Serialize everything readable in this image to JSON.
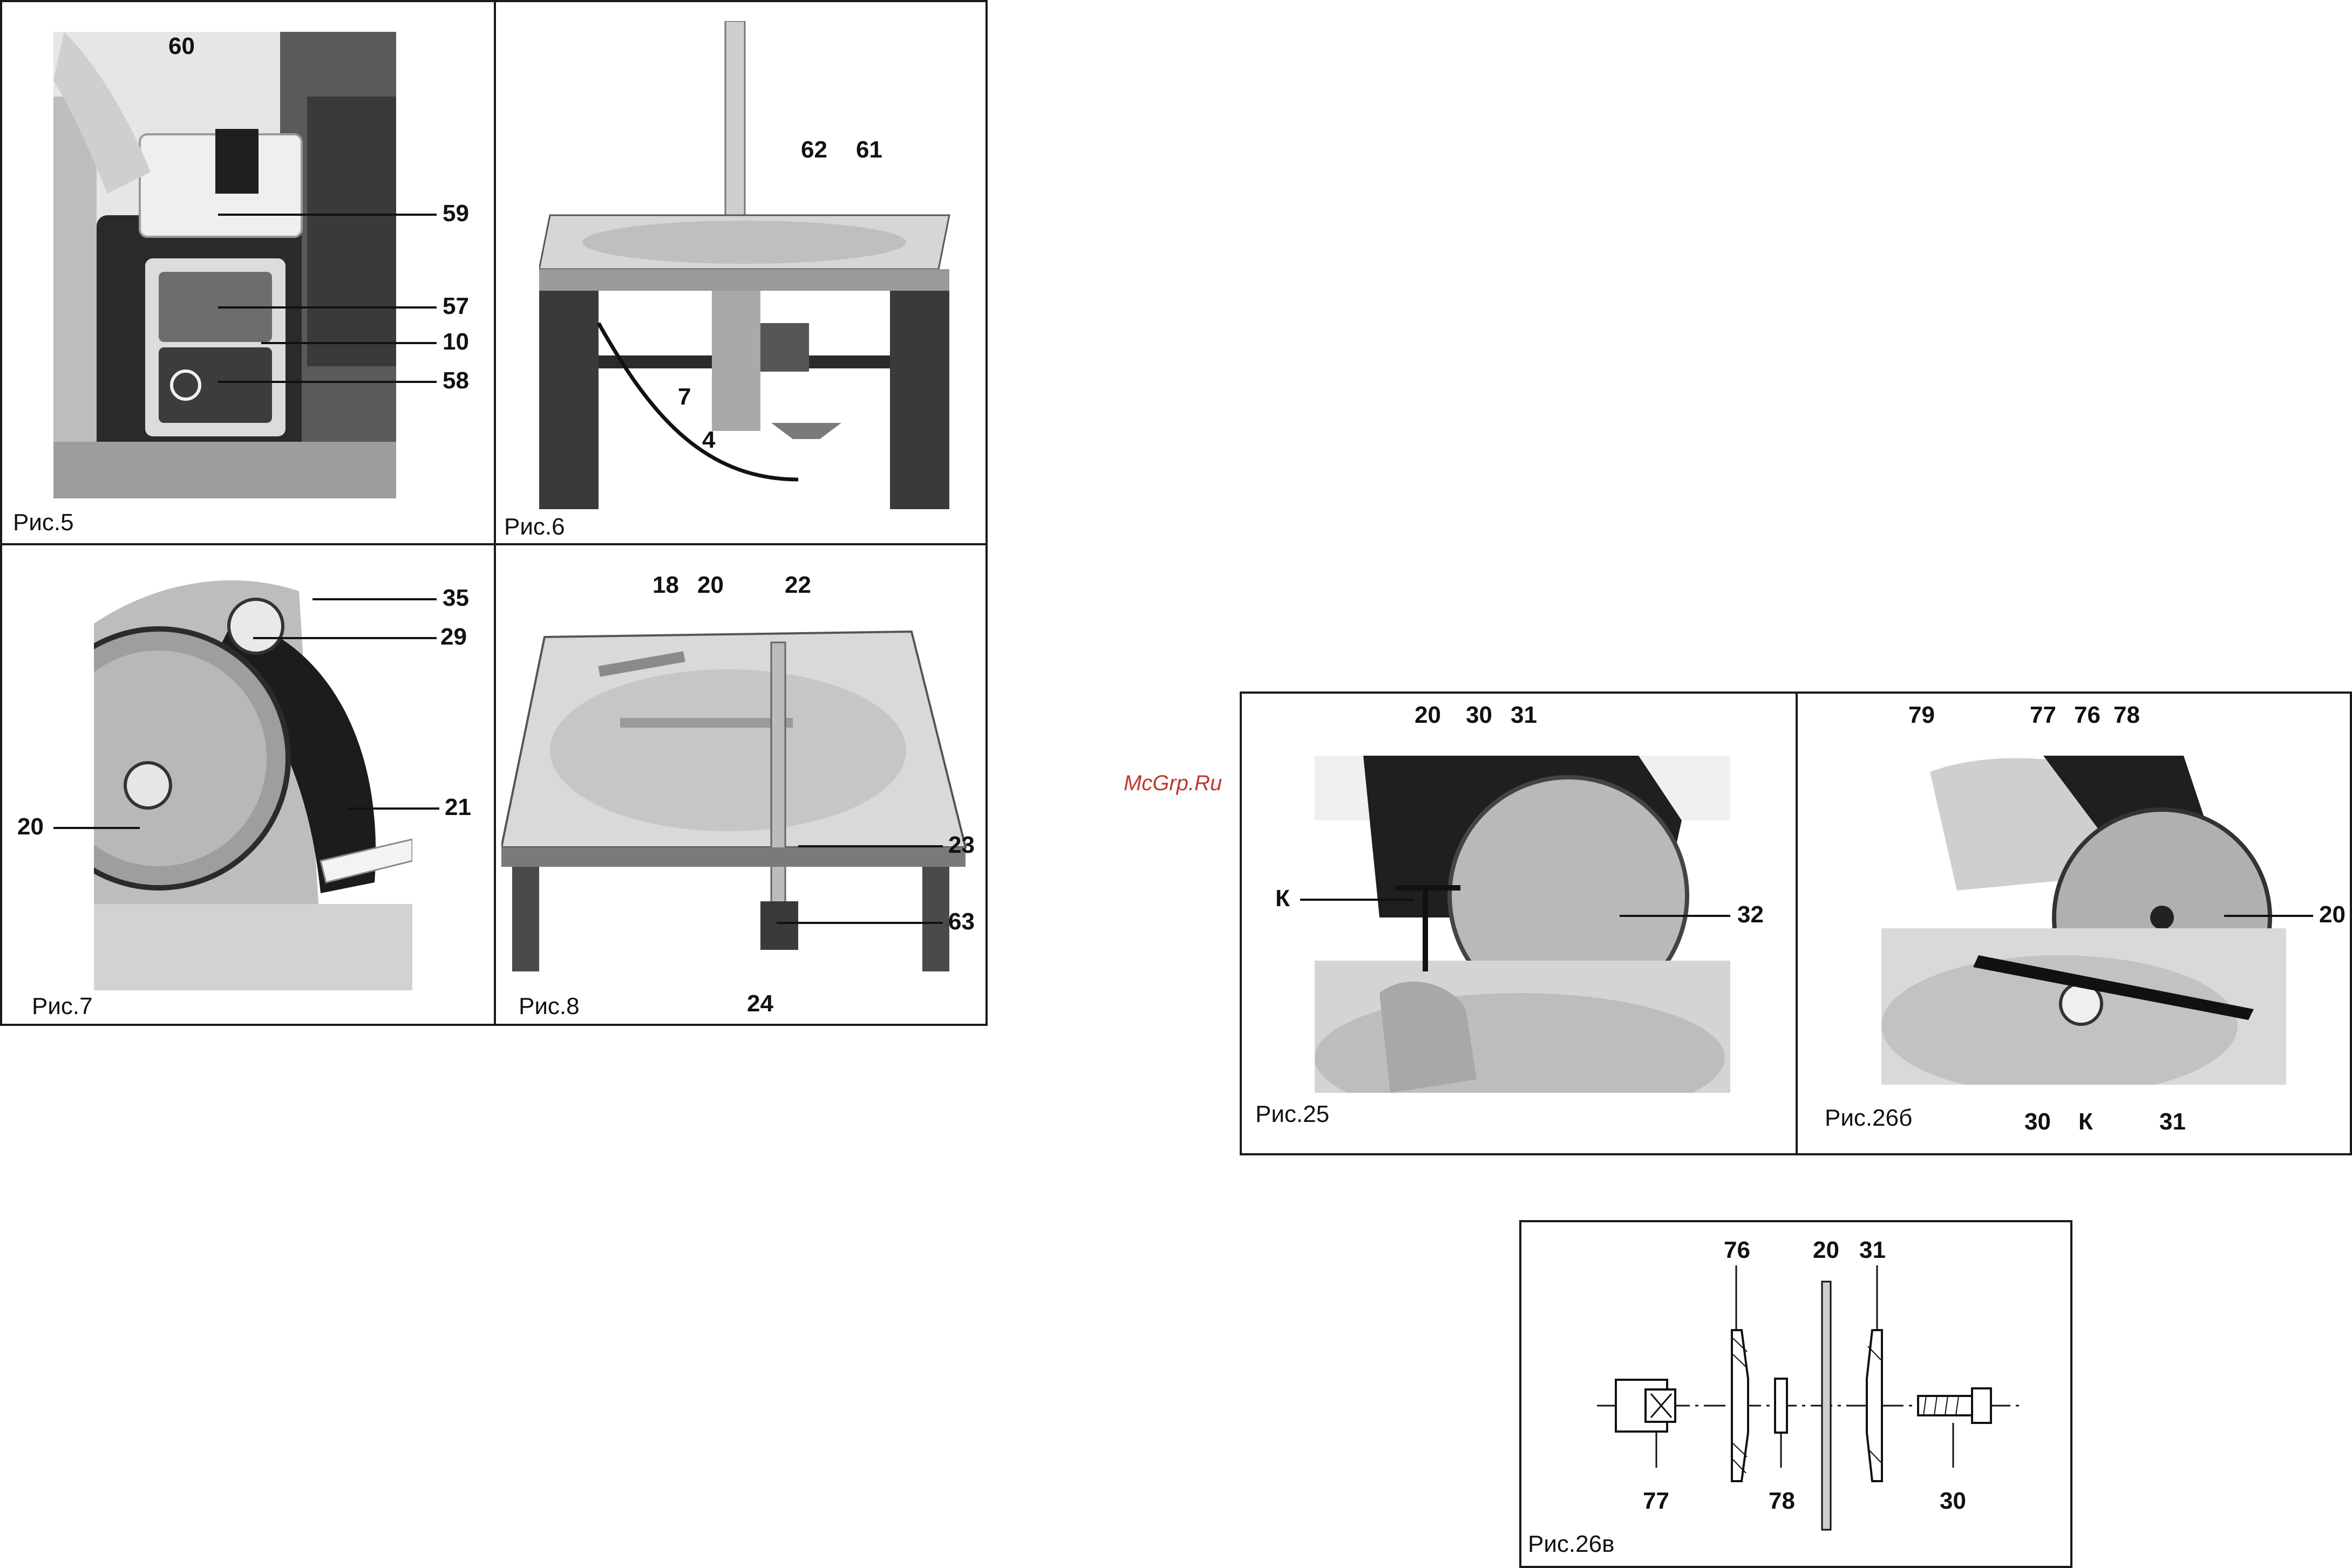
{
  "watermark": "McGrp.Ru",
  "figures": {
    "fig5": {
      "caption": "Рис.5",
      "labels": {
        "l60": "60",
        "l59": "59",
        "l57": "57",
        "l10": "10",
        "l58": "58"
      }
    },
    "fig6": {
      "caption": "Рис.6",
      "labels": {
        "l62": "62",
        "l61": "61",
        "l7": "7",
        "l4": "4"
      }
    },
    "fig7": {
      "caption": "Рис.7",
      "labels": {
        "l35": "35",
        "l29": "29",
        "l20": "20",
        "l21": "21"
      }
    },
    "fig8": {
      "caption": "Рис.8",
      "labels": {
        "l18": "18",
        "l20": "20",
        "l22": "22",
        "l23": "23",
        "l63": "63",
        "l24": "24"
      }
    },
    "fig25": {
      "caption": "Рис.25",
      "labels": {
        "l20": "20",
        "l30": "30",
        "l31": "31",
        "lK": "К",
        "l32": "32"
      }
    },
    "fig26b": {
      "caption": "Рис.26б",
      "labels": {
        "l79": "79",
        "l77": "77",
        "l76": "76",
        "l78": "78",
        "l20": "20",
        "l30": "30",
        "lK": "К",
        "l31": "31"
      }
    },
    "fig26v": {
      "caption": "Рис.26в",
      "labels": {
        "l76": "76",
        "l20": "20",
        "l31": "31",
        "l77": "77",
        "l78": "78",
        "l30": "30"
      }
    }
  },
  "colors": {
    "frame": "#1a1a1a",
    "photo_dark": "#2b2b2b",
    "photo_mid": "#8c8c8c",
    "photo_light": "#d9d9d9",
    "watermark": "#c0392b"
  }
}
